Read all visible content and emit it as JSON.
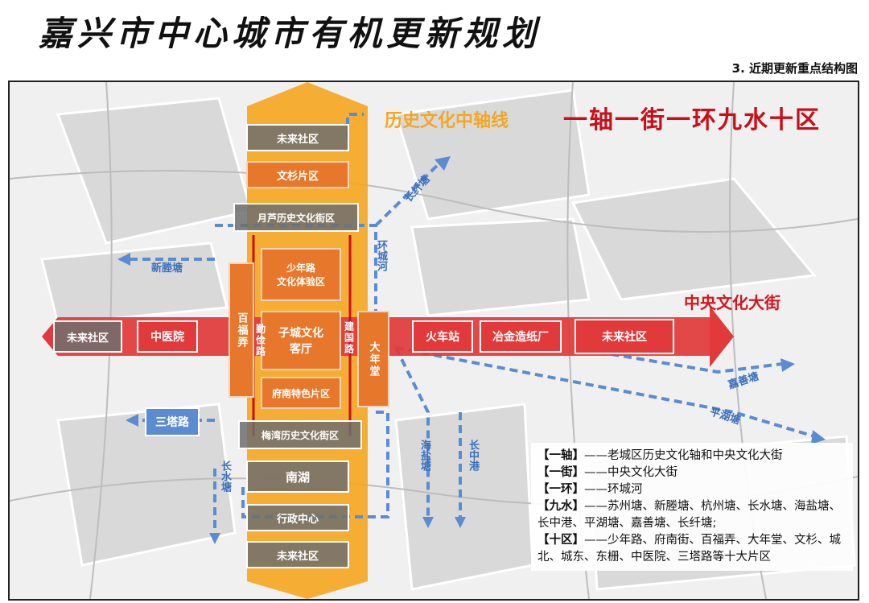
{
  "page_title": "嘉兴市中心城市有机更新规划",
  "section_label": "3. 近期更新重点结构图",
  "headline": "一轴一街一环九水十区",
  "axis_label": "历史文化中轴线",
  "street_label": "中央文化大街",
  "north_boxes": [
    "未来社区",
    "文杉片区",
    "月芦历史文化街区"
  ],
  "core_boxes": {
    "shaonian": "少年路\n文化体验区",
    "zicheng": "子城文化\n客厅",
    "funan": "府南特色片区",
    "baifu": "百福弄",
    "qinjian": "勤俭路",
    "jianguo": "建国路",
    "danian": "大年堂"
  },
  "south_boxes": [
    "梅湾历史文化街区",
    "南湖",
    "行政中心",
    "未来社区"
  ],
  "east_boxes": [
    "火车站",
    "冶金造纸厂",
    "未来社区"
  ],
  "west_boxes": [
    "未来社区",
    "中医院"
  ],
  "blue_boxes": [
    "三塔路"
  ],
  "water_labels": [
    "新塍塘",
    "长纤塘",
    "环城河",
    "嘉善塘",
    "平湖塘",
    "海盐塘",
    "长中港",
    "长水塘"
  ],
  "legend": [
    {
      "key": "【一轴】",
      "text": "——老城区历史文化轴和中央文化大街"
    },
    {
      "key": "【一街】",
      "text": "——中央文化大街"
    },
    {
      "key": "【一环】",
      "text": "——环城河"
    },
    {
      "key": "【九水】",
      "text": "——苏州塘、新塍塘、杭州塘、长水塘、海盐塘、长中港、平湖塘、嘉善塘、长纤塘;"
    },
    {
      "key": "【十区】",
      "text": "——少年路、府南街、百福弄、大年堂、文杉、城北、城东、东栅、中医院、三塔路等十大片区"
    }
  ],
  "colors": {
    "red": "#e23a3a",
    "orange": "#f5a623",
    "blue": "#5b8cd1",
    "gray": "#6e6e6e"
  }
}
